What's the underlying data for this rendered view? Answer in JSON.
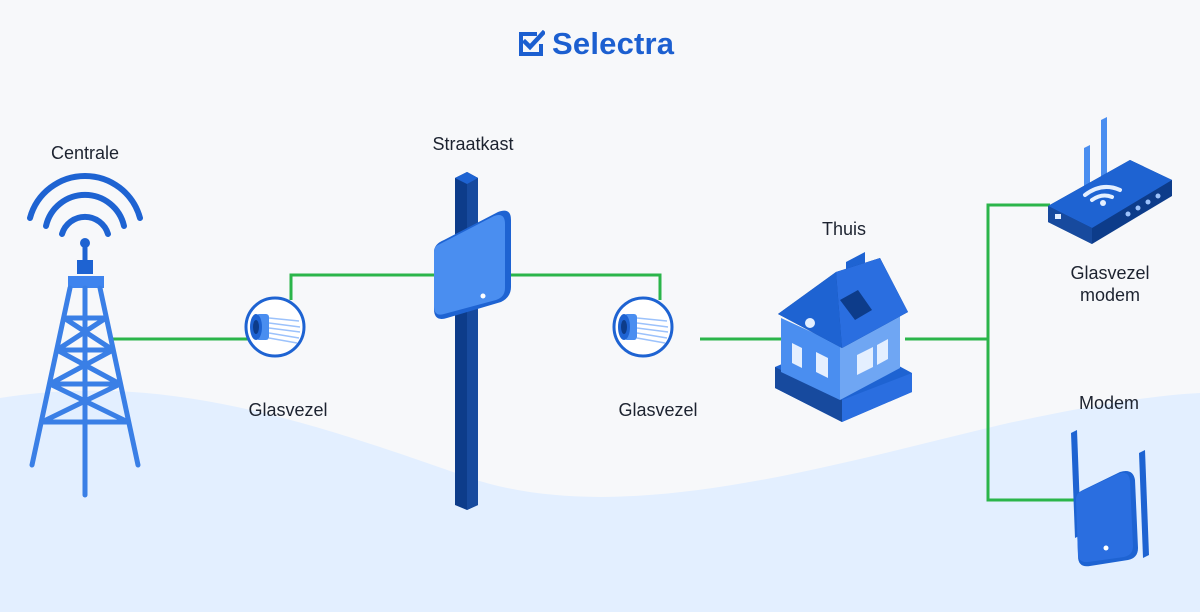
{
  "brand": {
    "name": "Selectra",
    "color": "#1c5fd0"
  },
  "colors": {
    "line": "#2bb54a",
    "background": "#f7f8fa",
    "wave": "#e3efff",
    "blue_dark": "#0d3c8a",
    "blue": "#1e63d2",
    "blue_light": "#4a8ef0",
    "blue_pale": "#9cc2fb"
  },
  "nodes": {
    "centrale": {
      "label": "Centrale",
      "icon": "cell-tower-icon"
    },
    "glasvezel_1": {
      "label": "Glasvezel",
      "icon": "fiber-cable-icon"
    },
    "straatkast": {
      "label": "Straatkast",
      "icon": "street-cabinet-icon"
    },
    "glasvezel_2": {
      "label": "Glasvezel",
      "icon": "fiber-cable-icon"
    },
    "thuis": {
      "label": "Thuis",
      "icon": "house-icon"
    },
    "glasvezel_modem": {
      "label_line1": "Glasvezel",
      "label_line2": "modem",
      "icon": "wifi-router-icon"
    },
    "modem": {
      "label": "Modem",
      "icon": "modem-icon"
    }
  }
}
